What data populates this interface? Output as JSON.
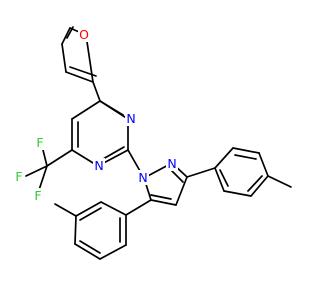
{
  "atoms": {
    "furan_o": {
      "text": "O",
      "color": "#ff0000"
    },
    "pyrimidine_n_top": {
      "text": "N",
      "color": "#0000ff"
    },
    "pyrimidine_n_bottom": {
      "text": "N",
      "color": "#0000ff"
    },
    "pyrazole_n1": {
      "text": "N",
      "color": "#0000ff"
    },
    "pyrazole_n2": {
      "text": "N",
      "color": "#0000ff"
    },
    "f_top": {
      "text": "F",
      "color": "#33cc33"
    },
    "f_left": {
      "text": "F",
      "color": "#33cc33"
    },
    "f_bottom": {
      "text": "F",
      "color": "#33cc33"
    }
  },
  "colors": {
    "bond": "#000000",
    "background": "#ffffff"
  }
}
